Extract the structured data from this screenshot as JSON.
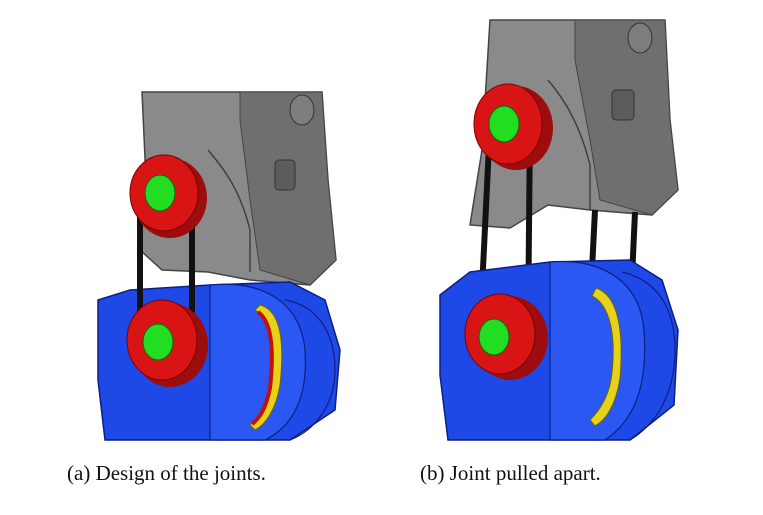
{
  "figure": {
    "subfigures": [
      {
        "label": "(a)",
        "caption": "Design of the joints.",
        "image": "CAD render of two robot link segments joined by a pulley joint: grey upper link, blue lower link, two red/green pulleys connected by black tendons, yellow bearing ring"
      },
      {
        "label": "(b)",
        "caption": "Joint pulled apart.",
        "image": "Same CAD joint with the grey upper link lifted away from the blue lower link, tendons stretched between them"
      }
    ],
    "colors": {
      "upper_link": "#8c8c8c",
      "lower_link": "#1f49e6",
      "pulley_rim": "#d81414",
      "pulley_hub": "#22dd22",
      "bearing": "#e6d21a",
      "tendon": "#111111",
      "caption_text": "#111111"
    }
  }
}
